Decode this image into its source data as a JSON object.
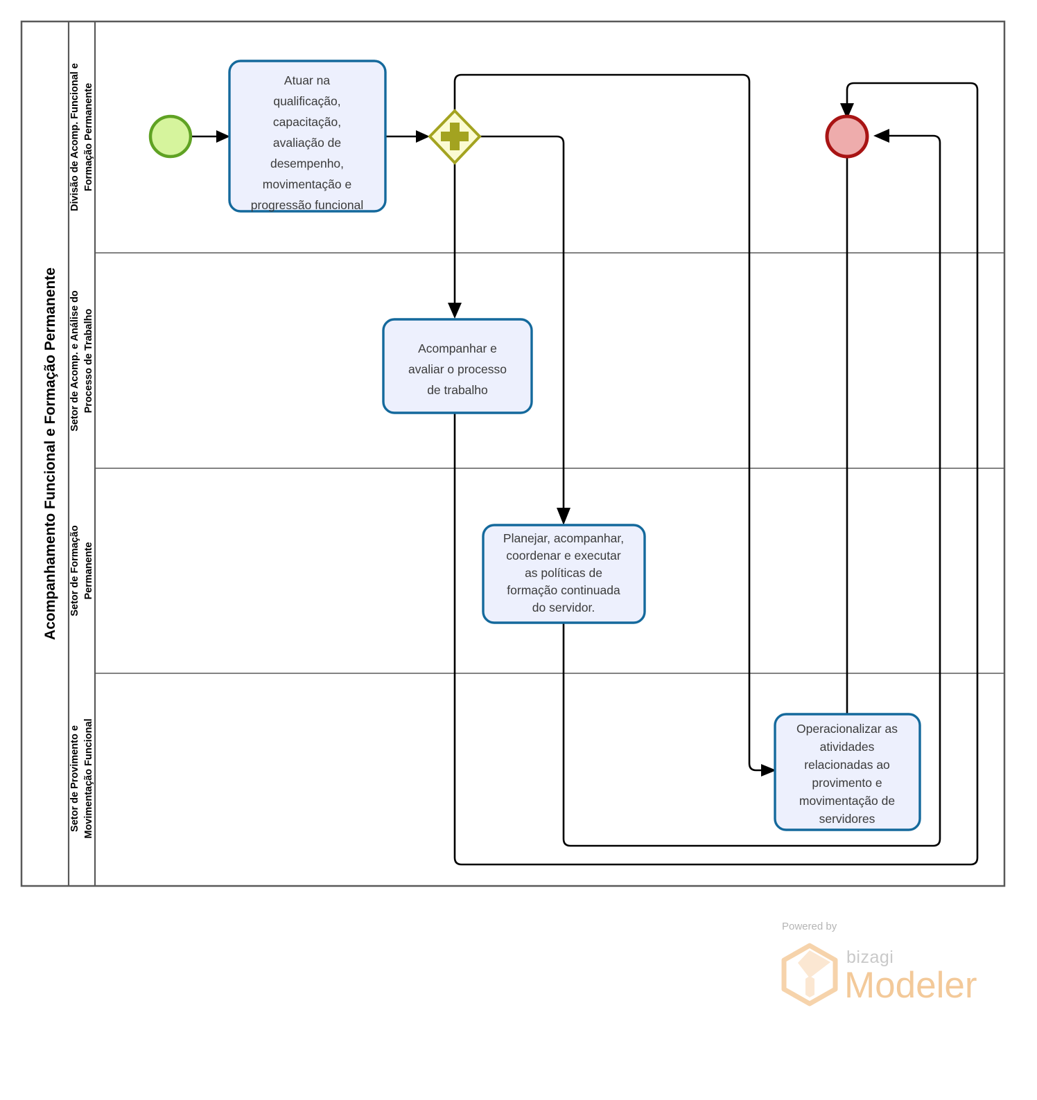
{
  "pool": {
    "title": "Acompanhamento Funcional e Formação Permanente"
  },
  "lanes": [
    {
      "id": "lane-1",
      "label": "Divisão de Acomp. Funcional e Formação Permanente"
    },
    {
      "id": "lane-2",
      "label": "Setor de Acomp. e Análise do Processo de Trabalho"
    },
    {
      "id": "lane-3",
      "label": "Setor de Formação Permanente"
    },
    {
      "id": "lane-4",
      "label": "Setor de Provimento e Movimentação Funcional"
    }
  ],
  "events": {
    "start": {
      "name": "start-event",
      "type": "start",
      "lane": "lane-1"
    },
    "end": {
      "name": "end-event",
      "type": "end",
      "lane": "lane-1"
    }
  },
  "gateway": {
    "name": "parallel-gateway",
    "type": "parallel",
    "symbol": "+",
    "lane": "lane-1"
  },
  "tasks": [
    {
      "id": "task-1",
      "lane": "lane-1",
      "lines": [
        "Atuar na",
        "qualificação,",
        "capacitação,",
        "avaliação de",
        "desempenho,",
        "movimentação e",
        "progressão funcional"
      ]
    },
    {
      "id": "task-2",
      "lane": "lane-2",
      "lines": [
        "Acompanhar e",
        "avaliar o processo",
        "de trabalho"
      ]
    },
    {
      "id": "task-3",
      "lane": "lane-3",
      "lines": [
        "Planejar, acompanhar,",
        "coordenar e executar",
        "as políticas de",
        "formação continuada",
        "do servidor."
      ]
    },
    {
      "id": "task-4",
      "lane": "lane-4",
      "lines": [
        "Operacionalizar as",
        "atividades",
        "relacionadas ao",
        "provimento e",
        "movimentação de",
        "servidores"
      ]
    }
  ],
  "branding": {
    "powered_by": "Powered by",
    "bizagi": "bizagi",
    "modeler": "Modeler"
  },
  "colors": {
    "task_fill": "#edf0fd",
    "task_stroke": "#14699c",
    "start_fill": "#d6f49d",
    "start_stroke": "#5fa223",
    "end_fill": "#eeacac",
    "end_stroke": "#a81414",
    "gateway_fill": "#fbfbd2",
    "gateway_stroke": "#a3a320",
    "pool_stroke": "#595959",
    "flow_stroke": "#000000",
    "brand_orange": "#f3c999"
  }
}
